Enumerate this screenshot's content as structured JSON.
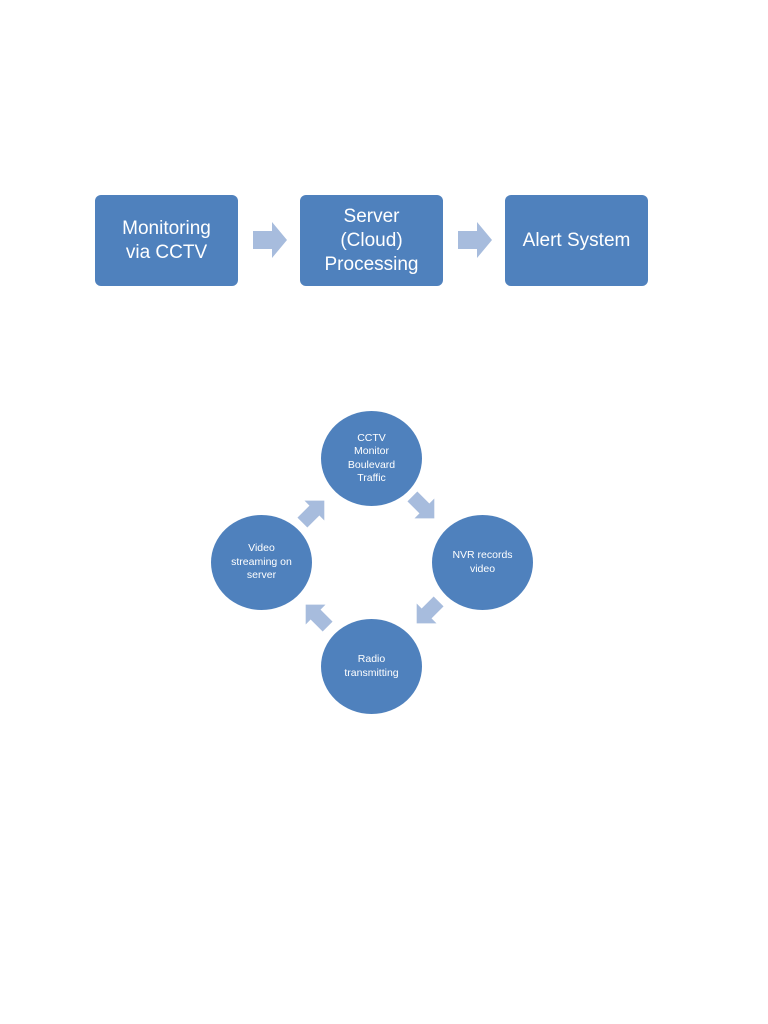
{
  "flow": {
    "steps": [
      {
        "label": "Monitoring\nvia CCTV"
      },
      {
        "label": "Server\n(Cloud)\nProcessing"
      },
      {
        "label": "Alert System"
      }
    ]
  },
  "cycle": {
    "nodes": [
      {
        "label": "CCTV\nMonitor\nBoulevard\nTraffic"
      },
      {
        "label": "NVR records\nvideo"
      },
      {
        "label": "Radio\ntransmitting"
      },
      {
        "label": "Video\nstreaming on\nserver"
      }
    ]
  },
  "colors": {
    "box_fill": "#4f81bd",
    "arrow_fill": "#a7bcdd",
    "text": "#ffffff"
  }
}
